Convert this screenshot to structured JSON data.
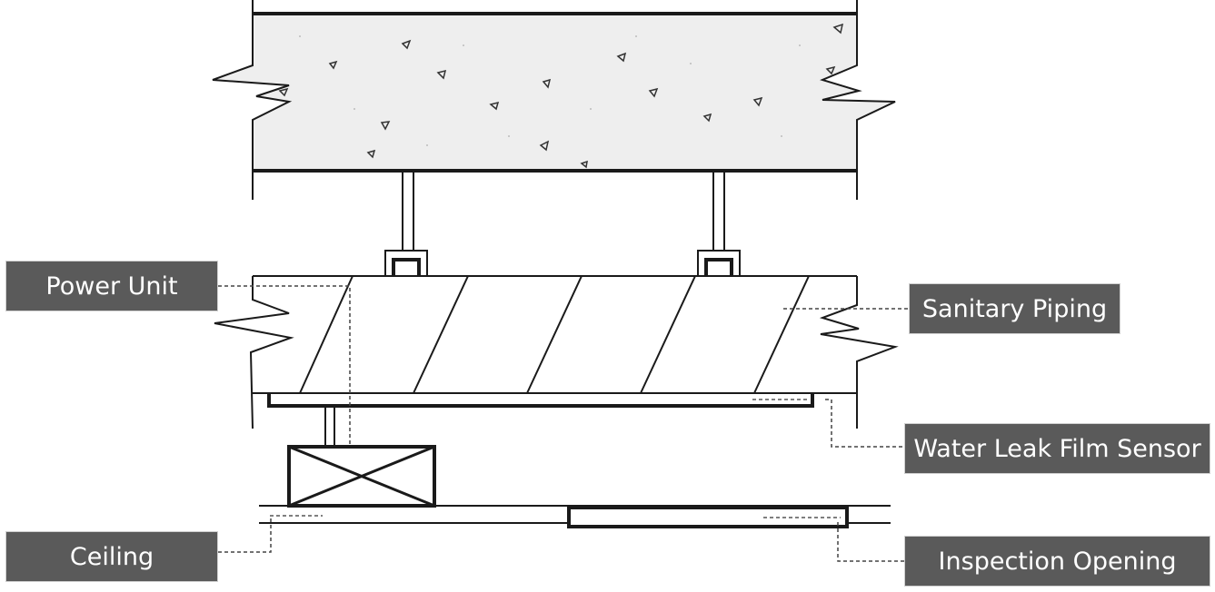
{
  "labels": {
    "power_unit": "Power Unit",
    "sanitary_piping": "Sanitary Piping",
    "water_leak_film_sensor": "Water Leak Film Sensor",
    "ceiling": "Ceiling",
    "inspection_opening": "Inspection Opening"
  },
  "colors": {
    "label_bg": "#5a5a5a",
    "label_text": "#ffffff",
    "line": "#1a1a1a",
    "slab_fill": "#eeeeee"
  }
}
